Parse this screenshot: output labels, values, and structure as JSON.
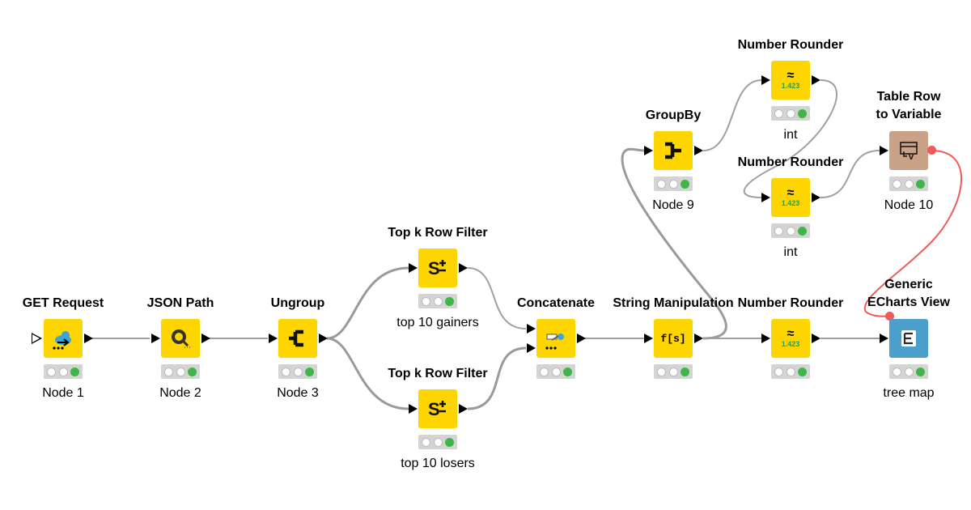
{
  "workflow": {
    "nodes": [
      {
        "id": "get-request",
        "title": "GET Request",
        "label": "Node 1",
        "icon": "get-request-icon",
        "color": "#ffd500",
        "status": "executed"
      },
      {
        "id": "json-path",
        "title": "JSON Path",
        "label": "Node 2",
        "icon": "json-path-icon",
        "color": "#ffd500",
        "status": "executed"
      },
      {
        "id": "ungroup",
        "title": "Ungroup",
        "label": "Node 3",
        "icon": "ungroup-icon",
        "color": "#ffd500",
        "status": "executed"
      },
      {
        "id": "topk-gainers",
        "title": "Top k Row Filter",
        "label": "top 10 gainers",
        "icon": "topk-filter-icon",
        "color": "#ffd500",
        "status": "executed"
      },
      {
        "id": "topk-losers",
        "title": "Top k Row Filter",
        "label": "top 10 losers",
        "icon": "topk-filter-icon",
        "color": "#ffd500",
        "status": "executed"
      },
      {
        "id": "concatenate",
        "title": "Concatenate",
        "label": "",
        "icon": "concatenate-icon",
        "color": "#ffd500",
        "status": "executed"
      },
      {
        "id": "string-manip",
        "title": "String Manipulation",
        "label": "",
        "icon": "string-manipulation-icon",
        "color": "#ffd500",
        "status": "executed",
        "glyph": "f[s]"
      },
      {
        "id": "groupby",
        "title": "GroupBy",
        "label": "Node 9",
        "icon": "groupby-icon",
        "color": "#ffd500",
        "status": "executed"
      },
      {
        "id": "rounder-top",
        "title": "Number Rounder",
        "label": "int",
        "icon": "number-rounder-icon",
        "color": "#ffd500",
        "status": "executed",
        "glyph": "1.423"
      },
      {
        "id": "rounder-mid",
        "title": "Number Rounder",
        "label": "int",
        "icon": "number-rounder-icon",
        "color": "#ffd500",
        "status": "executed",
        "glyph": "1.423"
      },
      {
        "id": "rounder-main",
        "title": "Number Rounder",
        "label": "",
        "icon": "number-rounder-icon",
        "color": "#ffd500",
        "status": "executed",
        "glyph": "1.423"
      },
      {
        "id": "row-to-var",
        "title_lines": [
          "Table Row",
          "to Variable"
        ],
        "label": "Node 10",
        "icon": "table-row-to-variable-icon",
        "color": "#c9a287",
        "status": "executed"
      },
      {
        "id": "echarts",
        "title_lines": [
          "Generic",
          "ECharts View"
        ],
        "label": "tree map",
        "icon": "echarts-view-icon",
        "color": "#4a9fcb",
        "status": "executed"
      }
    ],
    "colors": {
      "data_wire": "#a0a0a0",
      "variable_wire": "#f05a5a",
      "traffic_bg": "#d4d4d4",
      "traffic_green": "#3fb549"
    }
  }
}
